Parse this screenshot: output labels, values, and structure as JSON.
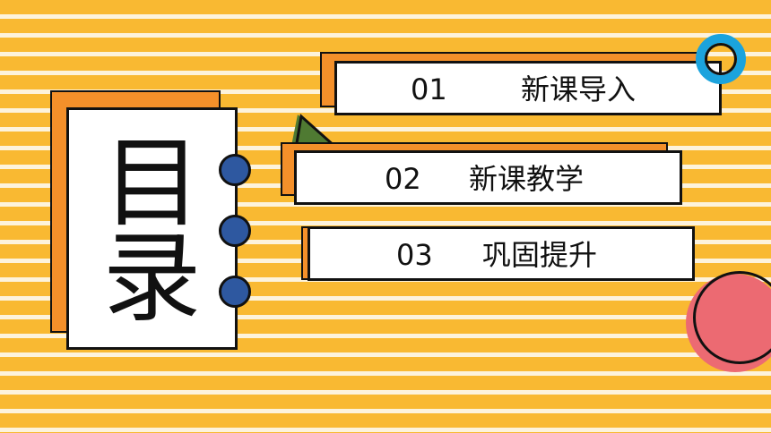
{
  "title": {
    "line1": "目",
    "line2": "录"
  },
  "menu": [
    {
      "number": "01",
      "label": "新课导入"
    },
    {
      "number": "02",
      "label": "新课教学"
    },
    {
      "number": "03",
      "label": "巩固提升"
    }
  ],
  "colors": {
    "stripe": "#f9b932",
    "stripe_light": "#fdf3dc",
    "orange": "#f4902a",
    "ring_blue": "#2e58a0",
    "circle_blue": "#1ba3dd",
    "circle_pink": "#ec6a72",
    "triangle_green": "#4f7a32"
  }
}
